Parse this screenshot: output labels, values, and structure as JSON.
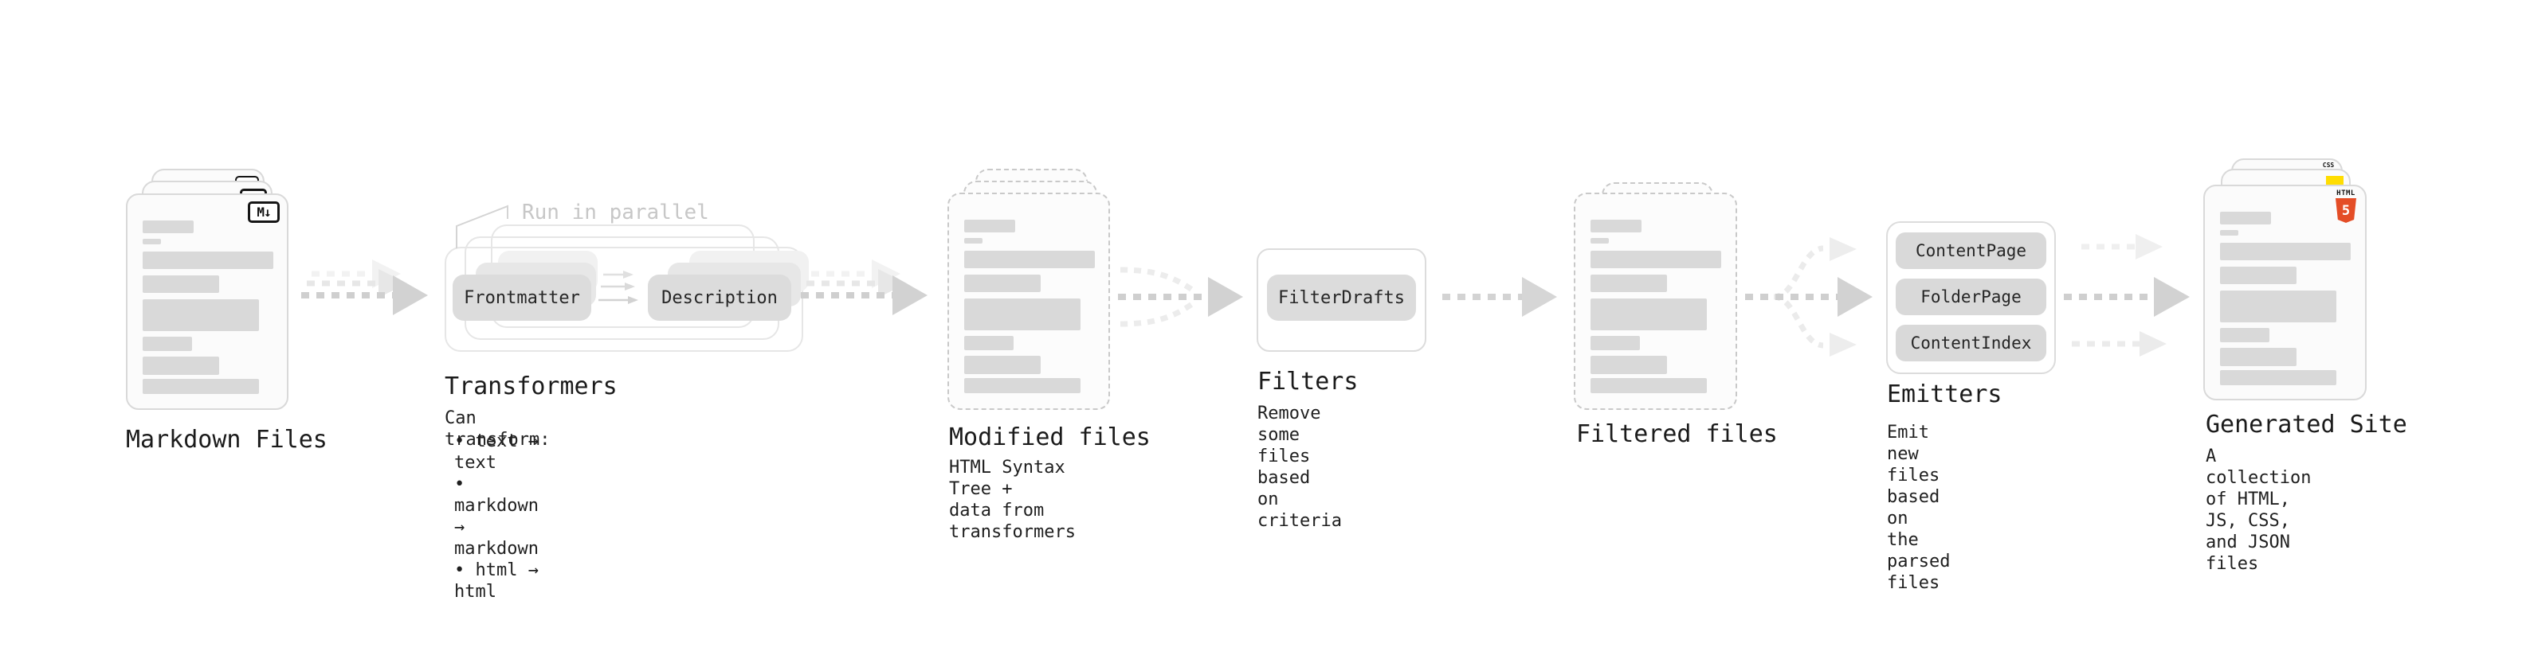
{
  "stages": {
    "markdown_files": {
      "label": "Markdown Files"
    },
    "transformers": {
      "annotation": "Run in parallel",
      "box_frontmatter": "Frontmatter",
      "box_description": "Description",
      "label": "Transformers",
      "caption_intro": "Can transform:",
      "bullets": [
        "• text → text",
        "• markdown → markdown",
        "• html → html"
      ]
    },
    "modified_files": {
      "label": "Modified files",
      "caption": "HTML Syntax Tree +\ndata from transformers"
    },
    "filters": {
      "box": "FilterDrafts",
      "label": "Filters",
      "caption": "Remove some files based\non criteria"
    },
    "filtered_files": {
      "label": "Filtered files"
    },
    "emitters": {
      "boxes": [
        "ContentPage",
        "FolderPage",
        "ContentIndex"
      ],
      "label": "Emitters",
      "caption": "Emit new files based on\nthe parsed files"
    },
    "generated_site": {
      "label": "Generated Site",
      "caption": "A collection of HTML,\nJS, CSS, and JSON files"
    }
  },
  "icons": {
    "markdown": "M↓",
    "html5_label": "HTML",
    "html5_glyph": "5",
    "css_label": "CSS"
  },
  "colors": {
    "html5_orange": "#e44d26",
    "js_yellow": "#ffdd00",
    "css_blue": "#2965f1"
  }
}
